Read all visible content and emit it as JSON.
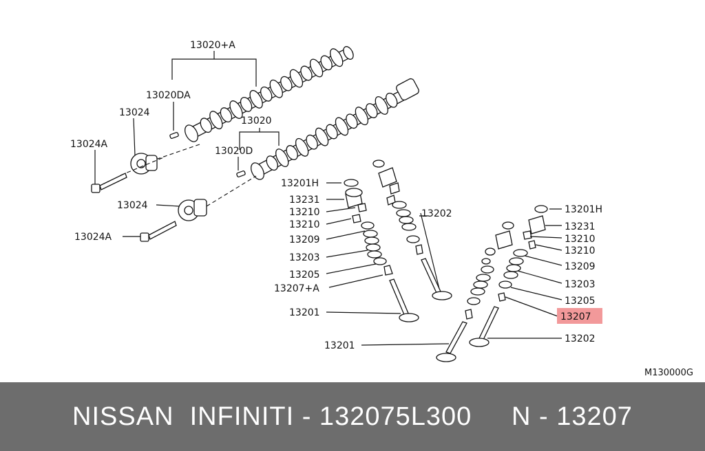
{
  "colors": {
    "highlight": "#f2999a",
    "footer_bg": "#6d6d6d",
    "footer_text": "#ffffff"
  },
  "labels": {
    "camshaft_assy": "13020+A",
    "camshaft_da": "13020DA",
    "sprocket_upper": "13024",
    "bolt_upper": "13024A",
    "camshaft": "13020",
    "camshaft_d": "13020D",
    "sprocket_lower": "13024",
    "bolt_lower": "13024A",
    "left_shim": "13201H",
    "left_lifter": "13231",
    "left_collet_a": "13210",
    "left_collet_b": "13210",
    "left_retainer": "13209",
    "left_spring": "13203",
    "left_seat": "13205",
    "left_seal": "13207+A",
    "left_valve": "13201",
    "center_valve": "13202",
    "bottom_valve": "13201",
    "right_shim": "13201H",
    "right_lifter": "13231",
    "right_collet_a": "13210",
    "right_collet_b": "13210",
    "right_retainer": "13209",
    "right_spring": "13203",
    "right_seat": "13205",
    "right_seal": "13207",
    "right_valve": "13202",
    "diagram_code": "M130000G"
  },
  "footer": {
    "text": "NISSAN  INFINITI - 132075L300     N - 13207"
  }
}
